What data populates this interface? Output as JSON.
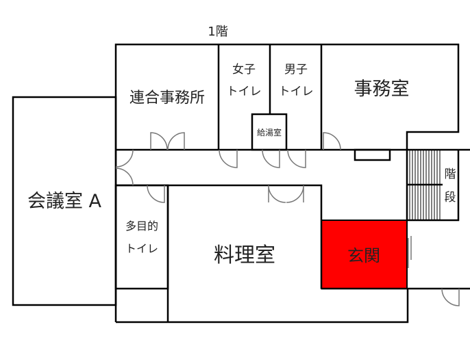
{
  "floor_title": "1階",
  "accent_color": "#ff0000",
  "rooms": {
    "conference_a": "会議室 A",
    "federation_office": "連合事務所",
    "womens_toilet": [
      "女子",
      "トイレ"
    ],
    "mens_toilet": [
      "男子",
      "トイレ"
    ],
    "kitchenette": "給湯室",
    "office": "事務室",
    "stairs": [
      "階",
      "段"
    ],
    "multipurpose_toilet": [
      "多目的",
      "トイレ"
    ],
    "cooking_room": "料理室",
    "entrance": "玄関"
  }
}
